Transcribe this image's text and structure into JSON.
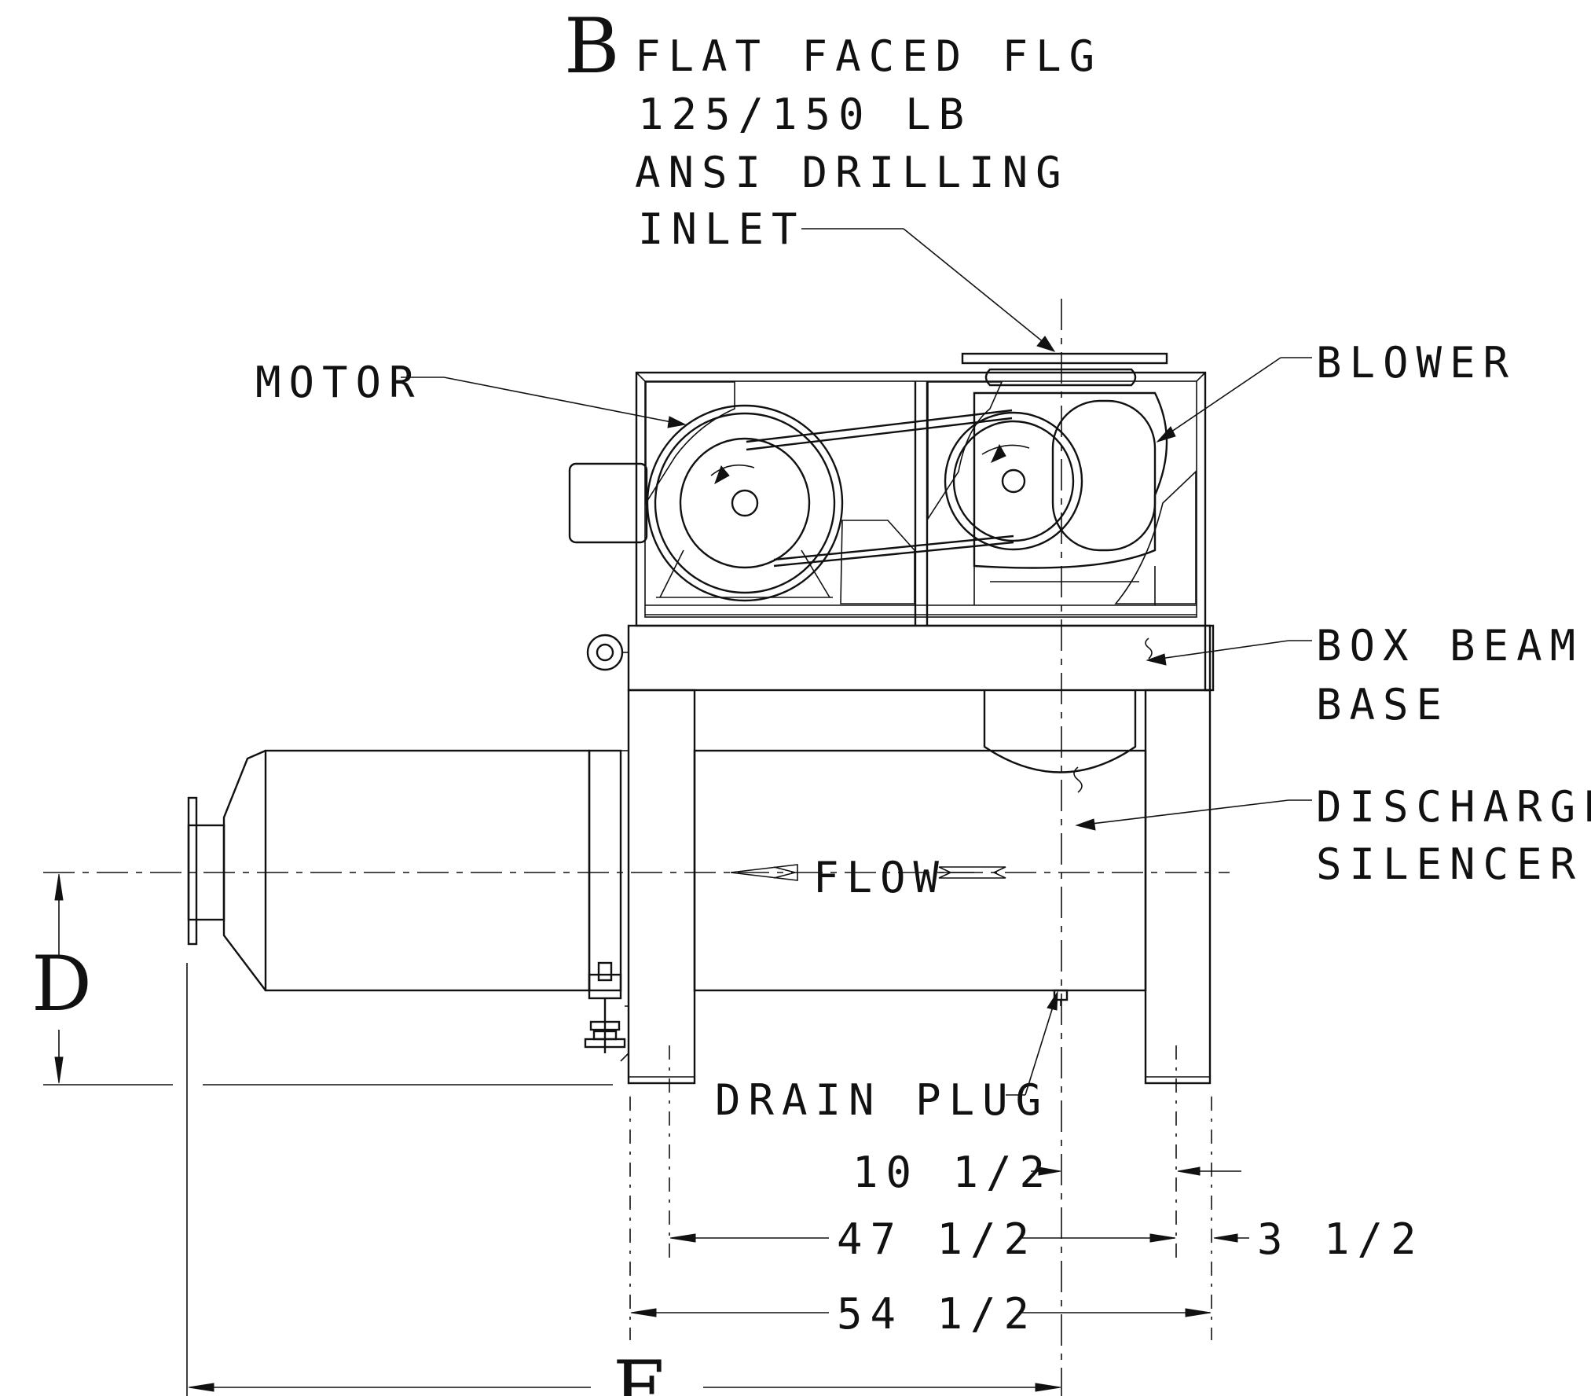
{
  "callouts": {
    "inlet_letter": "B",
    "inlet_line1": "FLAT FACED FLG",
    "inlet_line2": "125/150 LB",
    "inlet_line3": "ANSI DRILLING",
    "inlet_line4": "INLET",
    "motor": "MOTOR",
    "blower": "BLOWER",
    "base_line1": "BOX BEAM",
    "base_line2": "BASE",
    "silencer_line1": "DISCHARGE",
    "silencer_line2": "SILENCER",
    "flow": "FLOW",
    "drain": "DRAIN PLUG"
  },
  "dimensions": {
    "d_letter": "D",
    "e_letter": "E",
    "dim_10_5": "10 1/2",
    "dim_47_5": "47 1/2",
    "dim_3_5": "3 1/2",
    "dim_54_5": "54 1/2"
  }
}
